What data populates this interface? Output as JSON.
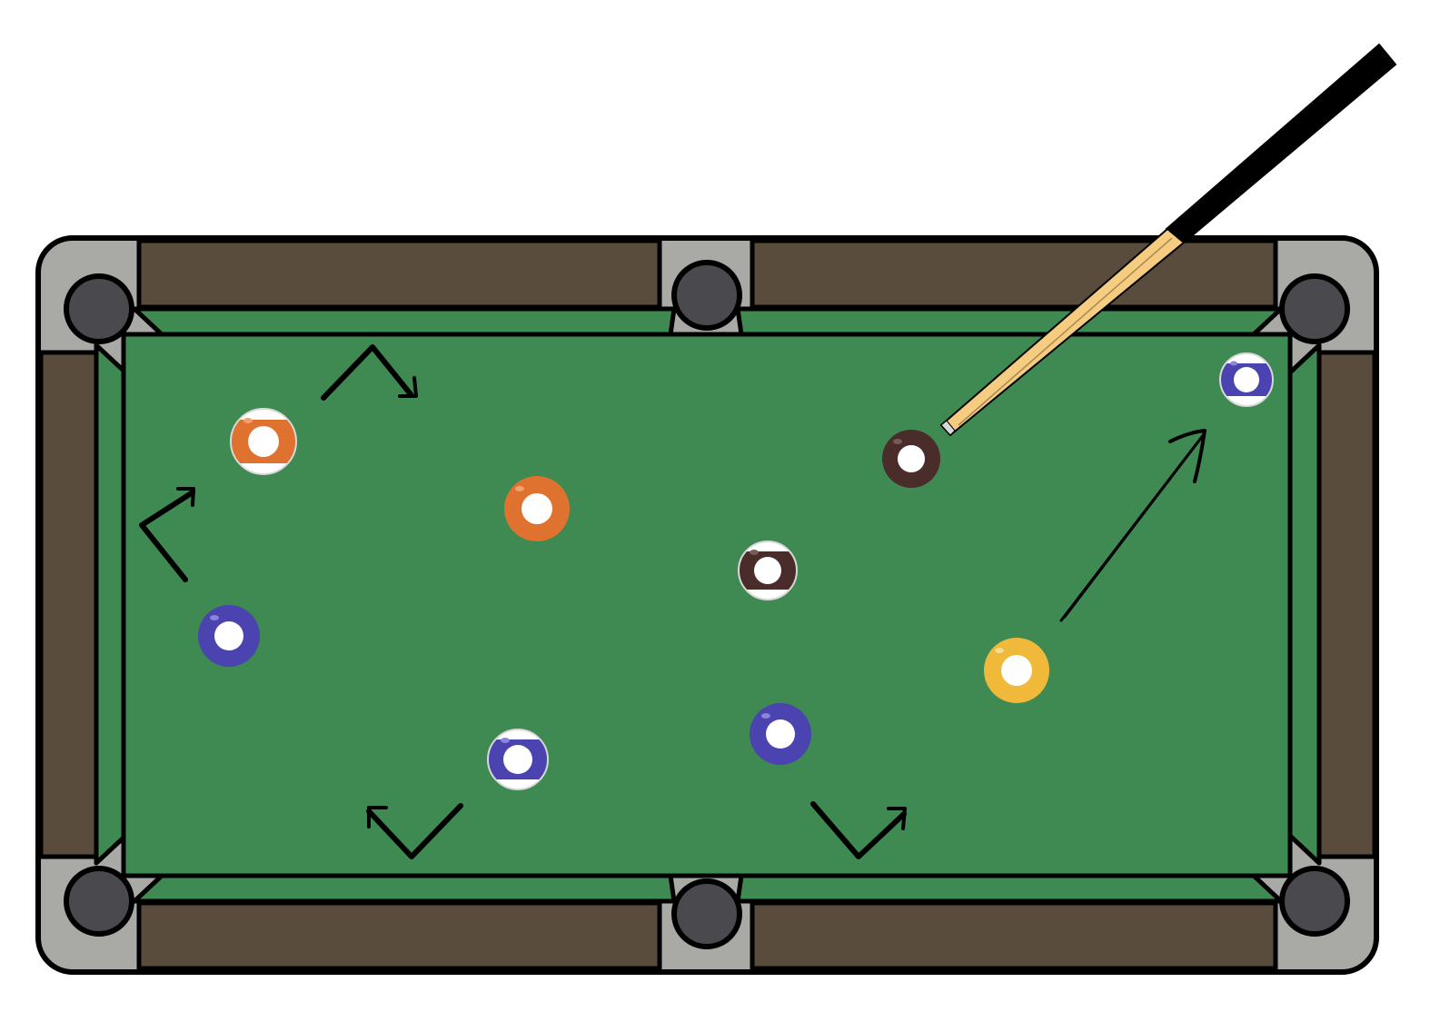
{
  "colors": {
    "background": "#ffffff",
    "felt": "#3f8a52",
    "rail_wood": "#5a4c3c",
    "corner_metal": "#a9a9a6",
    "pocket": "#4a4a4e",
    "outline": "#000000",
    "cue_shaft": "#f5cc80",
    "cue_butt": "#000000",
    "ball_white": "#ffffff"
  },
  "table": {
    "pockets": [
      "top-left",
      "top-middle",
      "top-right",
      "bottom-left",
      "bottom-middle",
      "bottom-right"
    ]
  },
  "balls": [
    {
      "name": "orange-striped-ball",
      "color": "#e07230",
      "style": "stripe"
    },
    {
      "name": "orange-solid-ball",
      "color": "#e07230",
      "style": "solid"
    },
    {
      "name": "purple-solid-ball-left",
      "color": "#4a43b0",
      "style": "solid"
    },
    {
      "name": "purple-striped-ball-bottom",
      "color": "#4a43b0",
      "style": "stripe"
    },
    {
      "name": "maroon-striped-ball",
      "color": "#4a2c2a",
      "style": "stripe"
    },
    {
      "name": "purple-solid-ball-bottom",
      "color": "#4a43b0",
      "style": "solid"
    },
    {
      "name": "maroon-solid-ball-target",
      "color": "#4a2c2a",
      "style": "solid"
    },
    {
      "name": "yellow-solid-ball",
      "color": "#f0b93a",
      "style": "solid"
    },
    {
      "name": "purple-striped-ball-corner",
      "color": "#4a43b0",
      "style": "stripe"
    }
  ],
  "cue": {
    "icon": "cue-stick-icon"
  },
  "arrows": [
    {
      "icon": "bounce-arrow-top"
    },
    {
      "icon": "bounce-arrow-left"
    },
    {
      "icon": "bounce-arrow-bottom-left"
    },
    {
      "icon": "bounce-arrow-bottom-right"
    },
    {
      "icon": "shot-direction-arrow"
    }
  ]
}
